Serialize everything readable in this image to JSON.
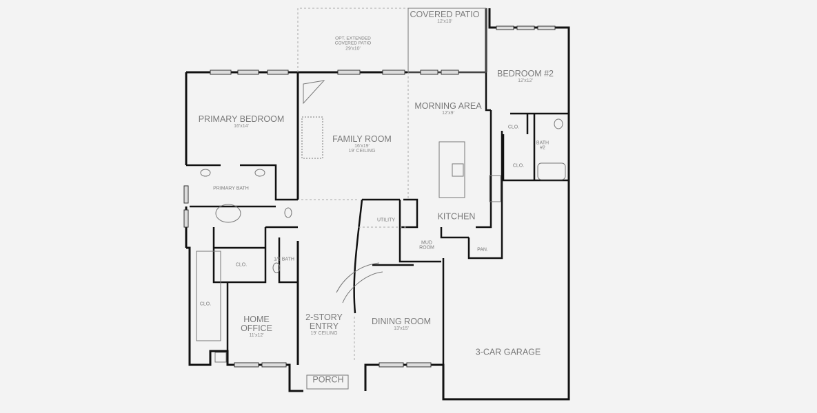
{
  "rooms": {
    "covered_patio": {
      "name": "COVERED PATIO",
      "dim": "12'x10'"
    },
    "opt_patio": {
      "name1": "OPT. EXTENDED",
      "name2": "COVERED PATIO",
      "dim": "29'x10'"
    },
    "bedroom2": {
      "name": "BEDROOM #2",
      "dim": "12'x12'"
    },
    "morning": {
      "name": "MORNING AREA",
      "dim": "12'x9'"
    },
    "primary_bedroom": {
      "name": "PRIMARY BEDROOM",
      "dim": "16'x14'"
    },
    "family": {
      "name": "FAMILY ROOM",
      "dim": "16'x19'",
      "ceiling": "19' CEILING"
    },
    "clo_bed2": {
      "name": "CLO."
    },
    "bath2": {
      "name1": "BATH",
      "name2": "#2"
    },
    "clo_hall": {
      "name": "CLO."
    },
    "primary_bath": {
      "name": "PRIMARY BATH"
    },
    "utility": {
      "name": "UTILITY"
    },
    "kitchen": {
      "name": "KITCHEN"
    },
    "mud": {
      "name1": "MUD",
      "name2": "ROOM"
    },
    "pantry": {
      "name": "PAN."
    },
    "clo_primary": {
      "name": "CLO."
    },
    "half_bath": {
      "name": "1/2 BATH"
    },
    "clo_walkin": {
      "name": "CLO."
    },
    "office": {
      "name1": "HOME",
      "name2": "OFFICE",
      "dim": "11'x12'"
    },
    "entry": {
      "name1": "2-STORY",
      "name2": "ENTRY",
      "ceiling": "19' CEILING"
    },
    "dining": {
      "name": "DINING ROOM",
      "dim": "13'x15'"
    },
    "garage": {
      "name": "3-CAR GARAGE"
    },
    "porch": {
      "name": "PORCH"
    }
  },
  "colors": {
    "background": "#f3f3f3",
    "wall": "#111111",
    "label": "#7a7a7a"
  }
}
